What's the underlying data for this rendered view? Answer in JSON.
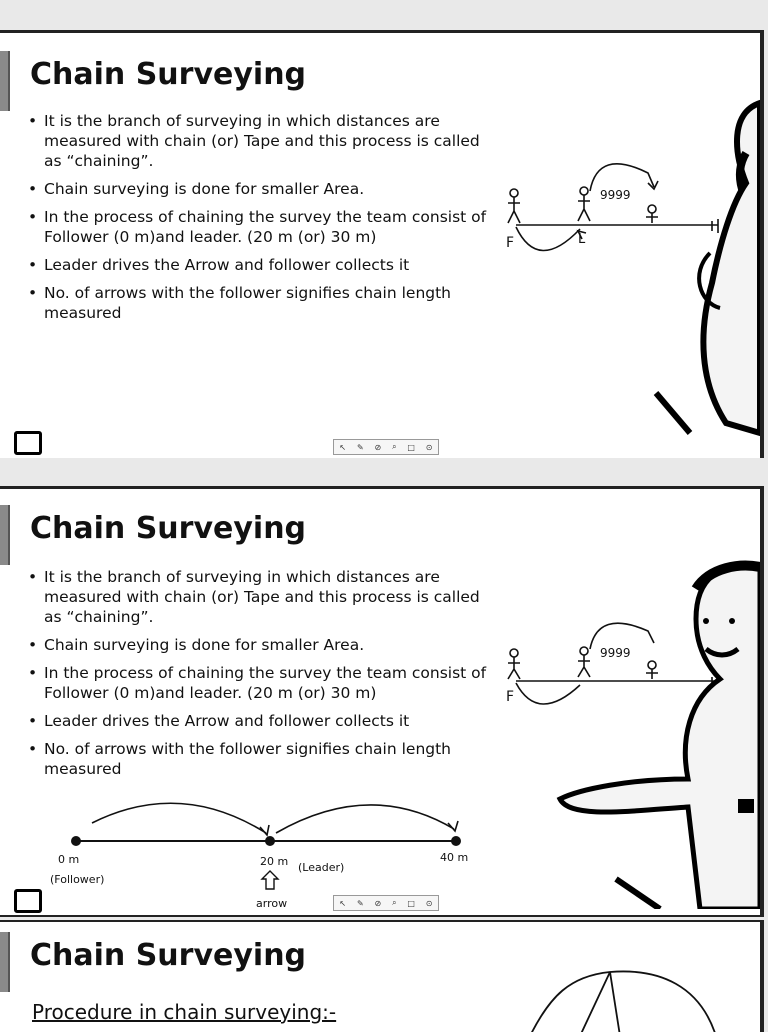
{
  "slide1": {
    "title": "Chain Surveying",
    "bullets": [
      "It is the branch of surveying in which distances are measured with chain (or) Tape and this process is called as “chaining”.",
      "Chain surveying is done for smaller Area.",
      "In the process of chaining the survey the team consist of Follower (0 m)and leader. (20 m (or) 30 m)",
      "Leader drives the Arrow and follower collects it",
      "No. of arrows with the follower signifies chain length measured"
    ],
    "sketch": {
      "f_label": "F",
      "l_label": "L",
      "arrows_note": "9999"
    }
  },
  "slide2": {
    "title": "Chain Surveying",
    "bullets": [
      "It is the branch of surveying in which distances are measured with chain (or) Tape and this process is called as “chaining”.",
      "Chain surveying is done for smaller Area.",
      "In the process of chaining the survey the team consist of Follower (0 m)and leader. (20 m (or) 30 m)",
      "Leader drives the Arrow and follower collects it",
      "No. of arrows with the follower signifies chain length measured"
    ],
    "sketch": {
      "f_label": "F",
      "arrows_note": "9999"
    },
    "diagram": {
      "p0": "0 m",
      "p20": "20 m",
      "p40": "40 m",
      "follower": "(Follower)",
      "leader": "(Leader)",
      "arrow": "arrow"
    }
  },
  "slide3": {
    "title": "Chain Surveying",
    "subtitle": "Procedure in chain surveying:-"
  },
  "toolbar_icons": [
    "↖",
    "✎",
    "⊘",
    "⌕",
    "□",
    "⊙"
  ]
}
